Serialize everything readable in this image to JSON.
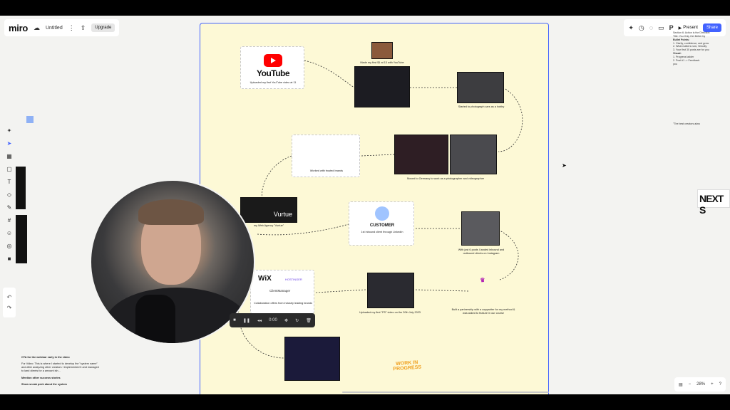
{
  "app": {
    "logo": "miro",
    "board_title": "Untitled",
    "upgrade_label": "Upgrade",
    "present_label": "Present",
    "share_label": "Share",
    "zoom_level": "28%"
  },
  "board": {
    "youtube_card": {
      "logo_text": "YouTube",
      "caption": "Uploaded my first YouTube video at 11"
    },
    "first_dollar_caption": "Made my first $1 at 13 with YouTube",
    "hobby_caption": "Started to photograph cars as a hobby",
    "brands_caption": "Worked with trusted brands",
    "germany_caption": "Moved to Germany to work as a photographer and videographer",
    "agency": {
      "name": "Vurtue",
      "caption": "my Web Agency \"Vurtue\""
    },
    "customer_card": {
      "title": "CUSTOMER",
      "caption": "1st inbound client through LinkedIn"
    },
    "instagram_caption": "With just 6 posts I landed inbound and outbound clients on Instagram",
    "partners_card": {
      "wix": "WiX",
      "hostinger": "HOSTINGER",
      "clientmanager": "ClientManager",
      "caption": "Collaboration offers from industry leading brands"
    },
    "yt_video_caption": "Uploaded my first \"PS\" video on the 20th July 2023",
    "partnership_caption": "Built a partnership with a copywriter for my method & was asked to feature in our course",
    "work_in_progress": "WORK IN PROGRESS"
  },
  "player": {
    "time": "0:00"
  },
  "left_notes": {
    "cta": "CTA for the webinar early in the video",
    "for_video": "For Video: This is where I started to develop the \"system name\" and after analyzing other creators I implemented it and managed to land clients for a amount ish...",
    "mention": "Mention other success stories",
    "sneak_peek": "Show sneak peek about the system"
  },
  "right_notes": {
    "line1": "Section 6: Action is the Direction",
    "line2": "Title: You Only Get Better by",
    "bullet_points": "Bullet Points:",
    "bp1": "1. Clarity, confidence, and grow",
    "bp2": "2. What matters now; Velocity",
    "bp3": "3. Your first 30 posts are for you",
    "visual": "Visual:",
    "v1": "1. Progress ladder",
    "v2": "2. Post #1 -> Feedback",
    "v3": "you",
    "quote": "\"The best creators alwa"
  },
  "next_sign": "NEXT S",
  "icons": [
    "plus-icon",
    "cursor-icon",
    "template-icon",
    "sticky-note-icon",
    "text-icon",
    "shapes-icon",
    "pen-icon",
    "frame-icon",
    "comment-icon",
    "more-icon",
    "undo-icon",
    "redo-icon"
  ]
}
